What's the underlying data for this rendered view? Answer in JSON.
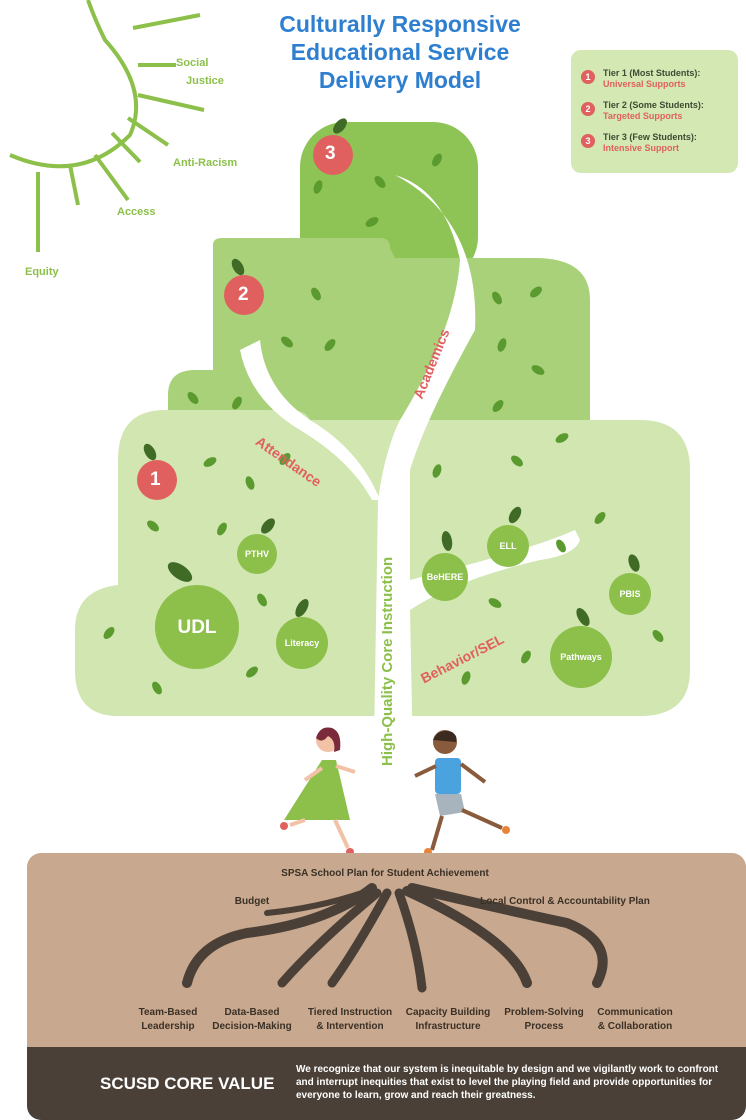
{
  "title": {
    "line1": "Culturally Responsive",
    "line2": "Educational Service",
    "line3": "Delivery Model"
  },
  "legend": [
    {
      "num": "1",
      "tier": "Tier 1 (Most Students):",
      "support": "Universal Supports"
    },
    {
      "num": "2",
      "tier": "Tier 2 (Some Students):",
      "support": "Targeted Supports"
    },
    {
      "num": "3",
      "tier": "Tier 3 (Few Students):",
      "support": "Intensive Support"
    }
  ],
  "sun_rays": {
    "social": "Social",
    "justice": "Justice",
    "anti_racism": "Anti-Racism",
    "access": "Access",
    "equity": "Equity"
  },
  "tiers": {
    "t1": "1",
    "t2": "2",
    "t3": "3"
  },
  "branches": {
    "attendance": "Attendance",
    "academics": "Academics",
    "behavior": "Behavior/SEL",
    "trunk": "High-Quality Core Instruction"
  },
  "apples": {
    "udl": "UDL",
    "pthv": "PTHV",
    "literacy": "Literacy",
    "behere": "BeHERE",
    "ell": "ELL",
    "pbis": "PBIS",
    "pathways": "Pathways"
  },
  "roots": {
    "spsa": "SPSA School Plan for Student Achievement",
    "budget": "Budget",
    "lcap": "Local Control & Accountability Plan",
    "items": [
      {
        "l1": "Team-Based",
        "l2": "Leadership"
      },
      {
        "l1": "Data-Based",
        "l2": "Decision-Making"
      },
      {
        "l1": "Tiered Instruction",
        "l2": "& Intervention"
      },
      {
        "l1": "Capacity Building",
        "l2": "Infrastructure"
      },
      {
        "l1": "Problem-Solving",
        "l2": "Process"
      },
      {
        "l1": "Communication",
        "l2": "& Collaboration"
      }
    ]
  },
  "core": {
    "title": "SCUSD CORE VALUE",
    "text": "We recognize that our system is inequitable by design and we vigilantly work to confront and interrupt inequities that exist to level the playing field and provide opportunities for everyone to learn, grow and reach their greatness."
  },
  "colors": {
    "title_blue": "#2f7fd0",
    "canopy_tier1": "#d1e6b0",
    "canopy_tier2": "#a9d17a",
    "canopy_tier3": "#8dc455",
    "apple_red": "#e06060",
    "soil": "#c8a88e",
    "core_bar": "#4a4037"
  }
}
